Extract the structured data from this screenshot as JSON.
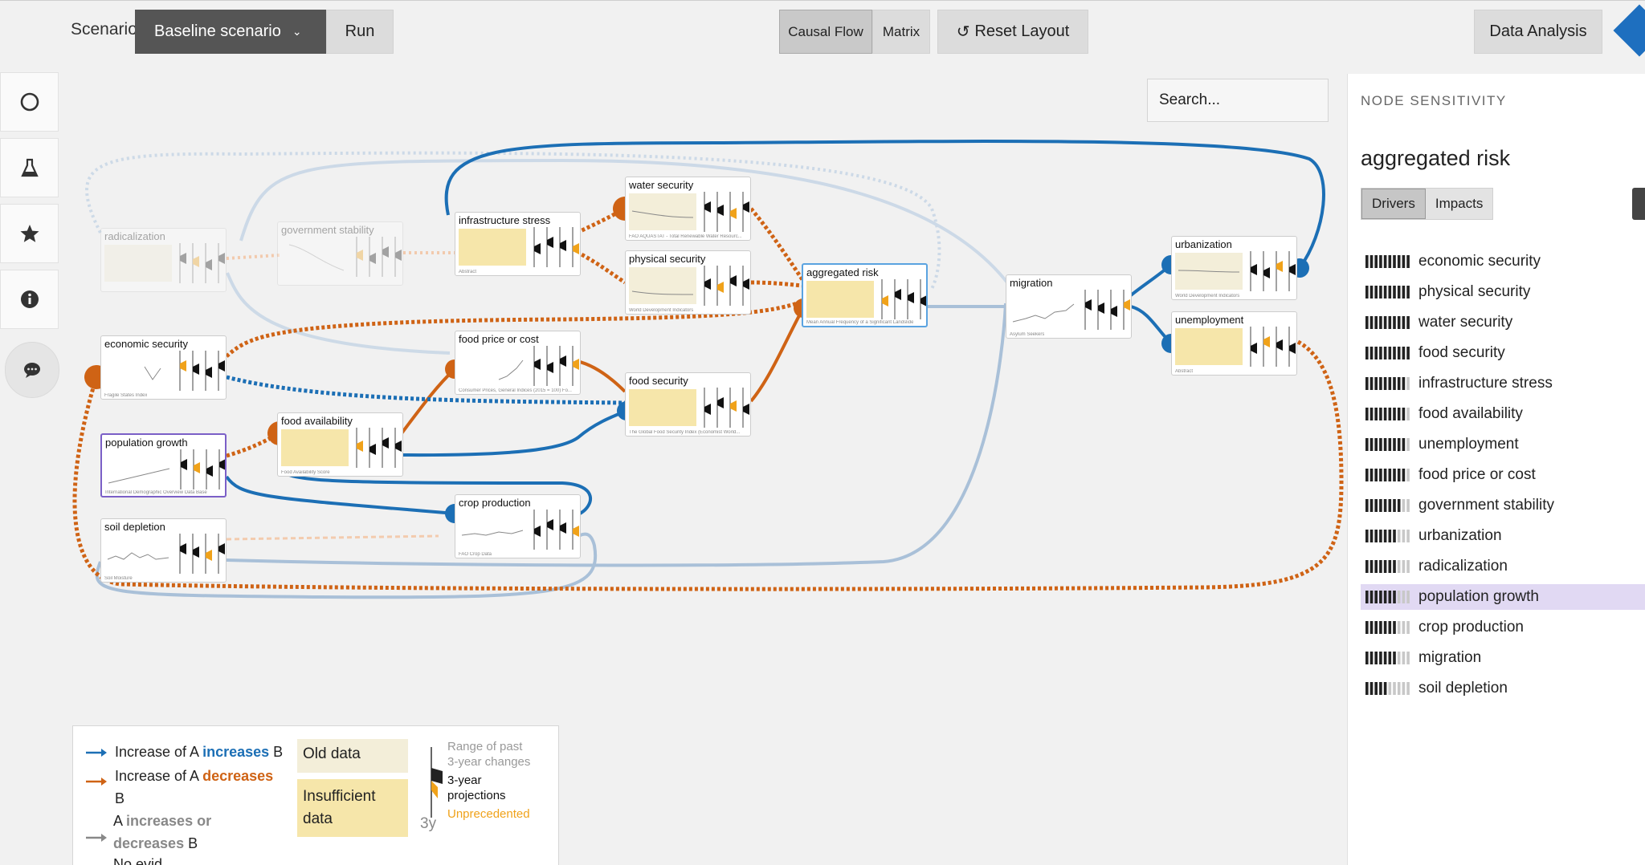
{
  "topbar": {
    "scenario_label": "Scenario",
    "scenario_value": "Baseline scenario",
    "run_label": "Run",
    "causal_flow_label": "Causal Flow",
    "matrix_label": "Matrix",
    "reset_layout_label": "Reset Layout",
    "data_analysis_label": "Data Analysis"
  },
  "search": {
    "placeholder": "Search..."
  },
  "nodes": {
    "radicalization": {
      "title": "radicalization",
      "source": ""
    },
    "government_stability": {
      "title": "government stability",
      "source": ""
    },
    "infrastructure_stress": {
      "title": "infrastructure stress",
      "source": "Abstract"
    },
    "water_security": {
      "title": "water security",
      "source": "FAO AQUASTAT - Total Renewable Water Resourc..."
    },
    "physical_security": {
      "title": "physical security",
      "source": "World Development Indicators"
    },
    "aggregated_risk": {
      "title": "aggregated risk",
      "source": "Mean Annual Frequency of a Significant Landslide"
    },
    "migration": {
      "title": "migration",
      "source": "Asylum Seekers"
    },
    "urbanization": {
      "title": "urbanization",
      "source": "World Development Indicators"
    },
    "unemployment": {
      "title": "unemployment",
      "source": "Abstract"
    },
    "economic_security": {
      "title": "economic security",
      "source": "Fragile States Index"
    },
    "food_price": {
      "title": "food price or cost",
      "source": "Consumer Prices, General Indices (2015 = 100) Fo..."
    },
    "food_security": {
      "title": "food security",
      "source": "The Global Food Security Index (Economist World..."
    },
    "population_growth": {
      "title": "population growth",
      "source": "International Demographic Overview Data Base"
    },
    "food_availability": {
      "title": "food availability",
      "source": "Food Availability Score"
    },
    "crop_production": {
      "title": "crop production",
      "source": "FAO Crop Data"
    },
    "soil_depletion": {
      "title": "soil depletion",
      "source": "Soil Moisture"
    }
  },
  "legend": {
    "blue_prefix": "Increase of A ",
    "blue_word": "increases",
    "blue_suffix": " B",
    "orange_prefix": "Increase of A ",
    "orange_word": "decreases",
    "orange_suffix": "B",
    "grey_prefix": "A ",
    "grey_word1": "increases or",
    "grey_word2": "decreases",
    "grey_suffix": " B",
    "last_line": "No evid...",
    "old_data": "Old data",
    "insufficient_line1": "Insufficient",
    "insufficient_line2": "data",
    "range_line1": "Range of past",
    "range_line2": "3-year changes",
    "proj_line1": "3-year",
    "proj_line2": "projections",
    "unprecedented": "Unprecedented",
    "three_y": "3y"
  },
  "panel": {
    "header": "NODE SENSITIVITY",
    "title": "aggregated risk",
    "tab_drivers": "Drivers",
    "tab_impacts": "Impacts",
    "drivers": [
      {
        "label": "economic security",
        "strength": 10
      },
      {
        "label": "physical security",
        "strength": 10
      },
      {
        "label": "water security",
        "strength": 10
      },
      {
        "label": "food security",
        "strength": 10
      },
      {
        "label": "infrastructure stress",
        "strength": 9
      },
      {
        "label": "food availability",
        "strength": 9
      },
      {
        "label": "unemployment",
        "strength": 9
      },
      {
        "label": "food price or cost",
        "strength": 9
      },
      {
        "label": "government stability",
        "strength": 8
      },
      {
        "label": "urbanization",
        "strength": 7
      },
      {
        "label": "radicalization",
        "strength": 7
      },
      {
        "label": "population growth",
        "strength": 7,
        "highlighted": true
      },
      {
        "label": "crop production",
        "strength": 7
      },
      {
        "label": "migration",
        "strength": 7
      },
      {
        "label": "soil depletion",
        "strength": 5
      }
    ]
  },
  "colors": {
    "increase": "#1c6fb5",
    "decrease": "#cf6315",
    "ambiguous": "#9bb3cc",
    "insufficient": "#f6e6aa",
    "old_data": "#f3eed9",
    "unprecedented": "#f0a21a",
    "highlight": "#e1d9f3"
  }
}
